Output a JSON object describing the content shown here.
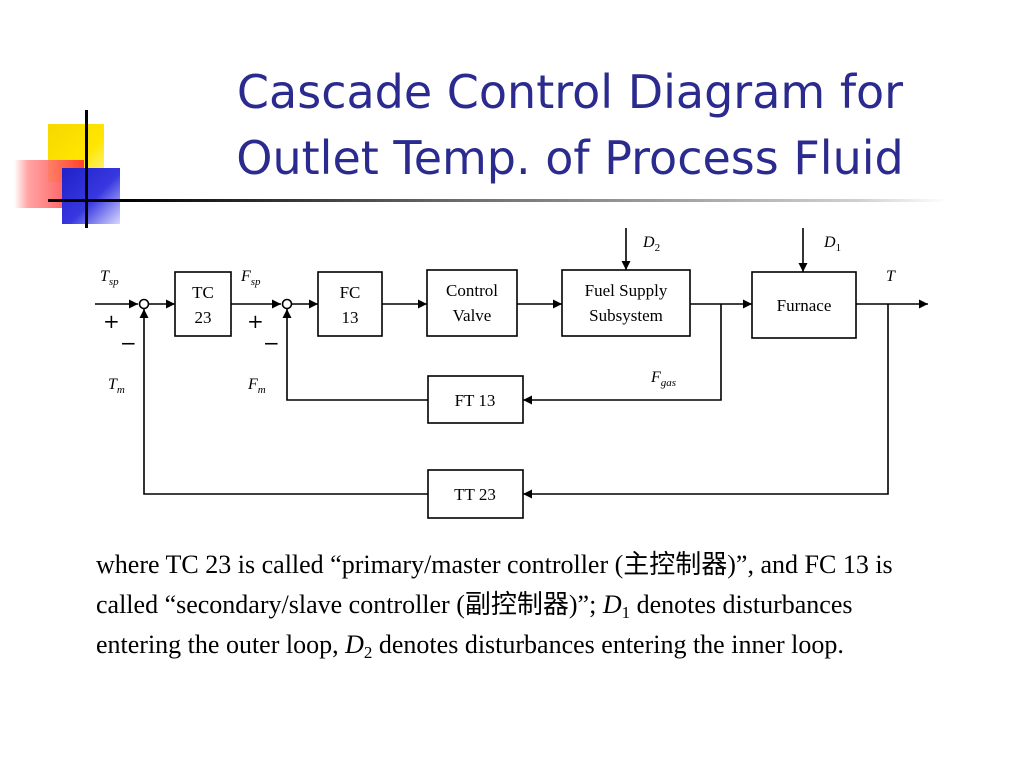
{
  "slide": {
    "title_line1": "Cascade Control Diagram for",
    "title_line2": "Outlet Temp. of Process Fluid"
  },
  "diagram": {
    "blocks": {
      "tc": [
        "TC",
        "23"
      ],
      "fc": [
        "FC",
        "13"
      ],
      "control_valve": [
        "Control",
        "Valve"
      ],
      "fuel_supply": [
        "Fuel Supply",
        "Subsystem"
      ],
      "furnace": "Furnace",
      "ft": "FT 13",
      "tt": "TT 23"
    },
    "signals": {
      "tsp": {
        "base": "T",
        "sub": "sp"
      },
      "fsp": {
        "base": "F",
        "sub": "sp"
      },
      "tm": {
        "base": "T",
        "sub": "m"
      },
      "fm": {
        "base": "F",
        "sub": "m"
      },
      "fgas": {
        "base": "F",
        "sub": "gas"
      },
      "t_out": "T",
      "d1": {
        "base": "D",
        "sub": "1"
      },
      "d2": {
        "base": "D",
        "sub": "2"
      }
    },
    "signs": {
      "plus": "+",
      "minus": "−"
    }
  },
  "caption": {
    "p1": "where TC 23 is called “primary/master controller (主控制器)”, and FC 13 is called “secondary/slave controller (副控制器)”; ",
    "d1_base": "D",
    "d1_sub": "1",
    "p2": " denotes disturbances entering the outer loop, ",
    "d2_base": "D",
    "d2_sub": "2",
    "p3": " denotes disturbances entering the inner loop."
  },
  "colors": {
    "title": "#2b2b8f",
    "deco_yellow": "#ffe600",
    "deco_red": "#ff3030",
    "deco_blue": "#2020c8"
  }
}
